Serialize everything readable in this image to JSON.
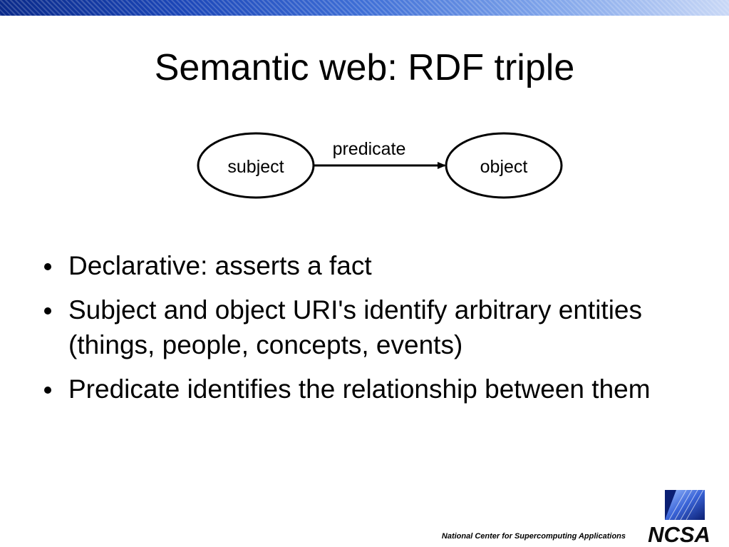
{
  "slide": {
    "title": "Semantic web: RDF triple"
  },
  "diagram": {
    "subject_label": "subject",
    "predicate_label": "predicate",
    "object_label": "object"
  },
  "bullets": [
    {
      "text": "Declarative: asserts a fact"
    },
    {
      "text": "Subject and object URI's identify arbitrary entities (things, people, concepts, events)"
    },
    {
      "text": "Predicate identifies the relationship between them"
    }
  ],
  "footer": {
    "org_name": "National Center for Supercomputing Applications",
    "logo_text": "NCSA"
  }
}
